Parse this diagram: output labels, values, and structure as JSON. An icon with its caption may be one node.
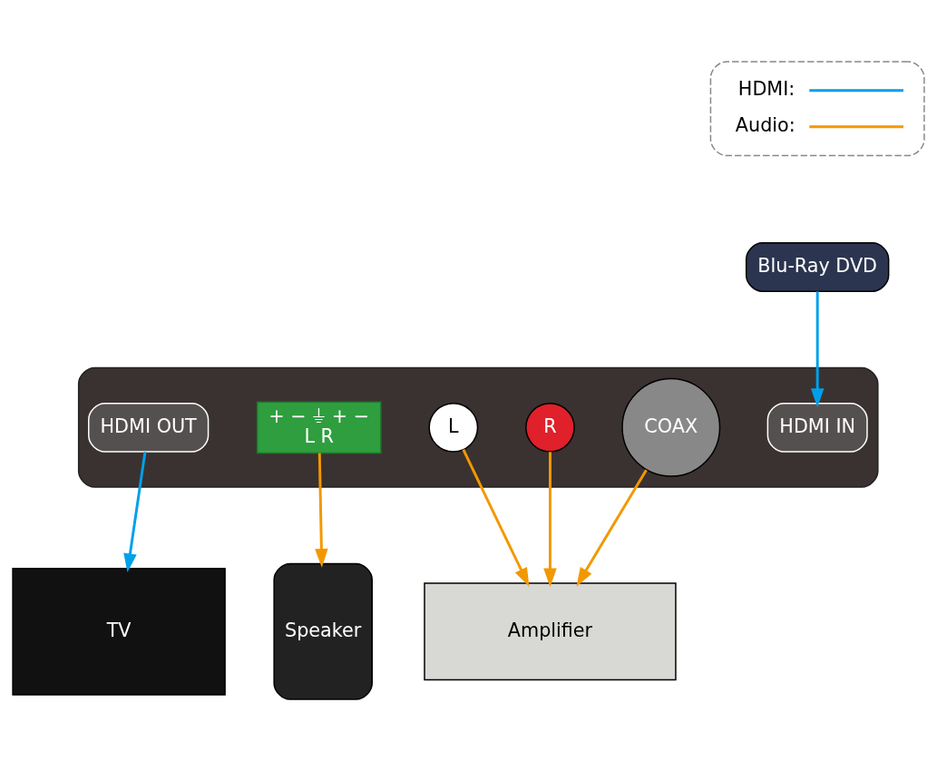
{
  "diagram": {
    "nodes": [
      {
        "text": [
          "Blu-Ray DVD"
        ]
      },
      {
        "text": [],
        "shape": "picture"
      },
      {
        "text": [
          "HDMI IN"
        ],
        "in": 1
      },
      {
        "text": [
          "HDMI OUT"
        ],
        "in": 1
      },
      {
        "text": [
          "+ − ⏚ + −",
          "L R"
        ],
        "in": 1
      },
      {
        "text": [
          "L"
        ],
        "in": 1
      },
      {
        "text": [
          "R"
        ],
        "in": 1
      },
      {
        "text": [
          "COAX"
        ],
        "in": 1
      },
      {
        "text": [
          "TV"
        ]
      },
      {
        "text": [
          "Speaker"
        ]
      },
      {
        "text": [
          "Amplifier"
        ]
      }
    ],
    "edges": [
      {
        "from": 0,
        "to": 2,
        "arrow": "to",
        "color": "#00a0e9"
      },
      {
        "from": 3,
        "to": 8,
        "arrow": "to",
        "color": "#00a0e9"
      },
      {
        "from": 4,
        "to": 9,
        "arrow": "to"
      },
      {
        "from": 5,
        "to": 10,
        "arrow": "to"
      },
      {
        "from": 6,
        "to": 10,
        "arrow": "to"
      },
      {
        "from": 7,
        "to": 10,
        "arrow": "to"
      }
    ],
    "legend": [
      {
        "text": "HDMI:"
      },
      {
        "text": "Audio:"
      }
    ]
  }
}
